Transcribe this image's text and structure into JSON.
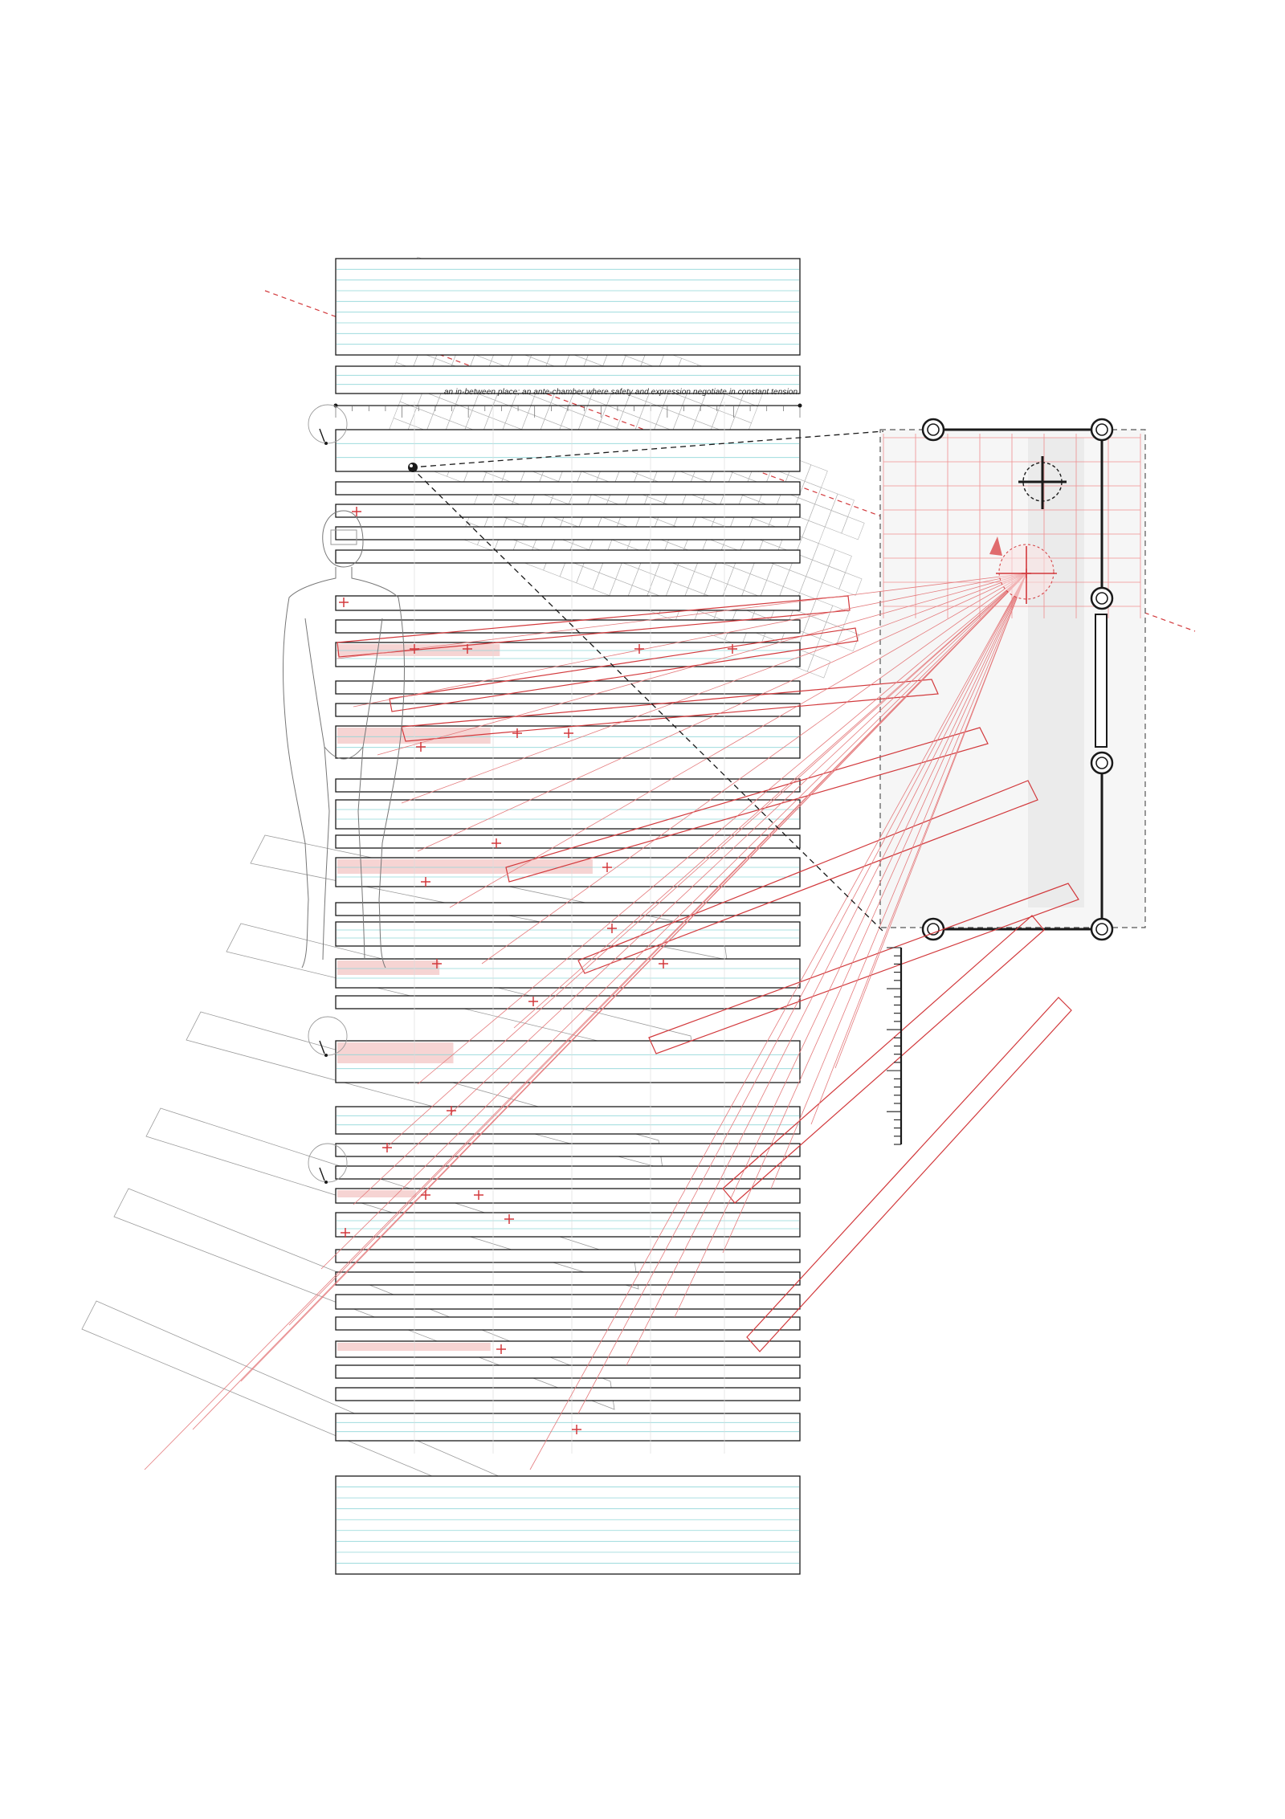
{
  "caption": "an in-between place; an ante-chamber where safety and expression negotiate in constant tension.",
  "colors": {
    "ink": "#1a1a1a",
    "accent_red": "#d2393c",
    "pale_red": "#f6d4d3",
    "ruling_cyan": "#8fd6d8",
    "grid_grey": "#b5b5b5",
    "panel_grey": "#f3f3f3"
  },
  "symbols": {
    "cross_marker": "red-cross-marker",
    "focal_point": "red-focal-burst",
    "target": "black-crosshair-target",
    "eye_point": "black-viewpoint-dot",
    "pin_joint": "double-ring-pivot"
  }
}
